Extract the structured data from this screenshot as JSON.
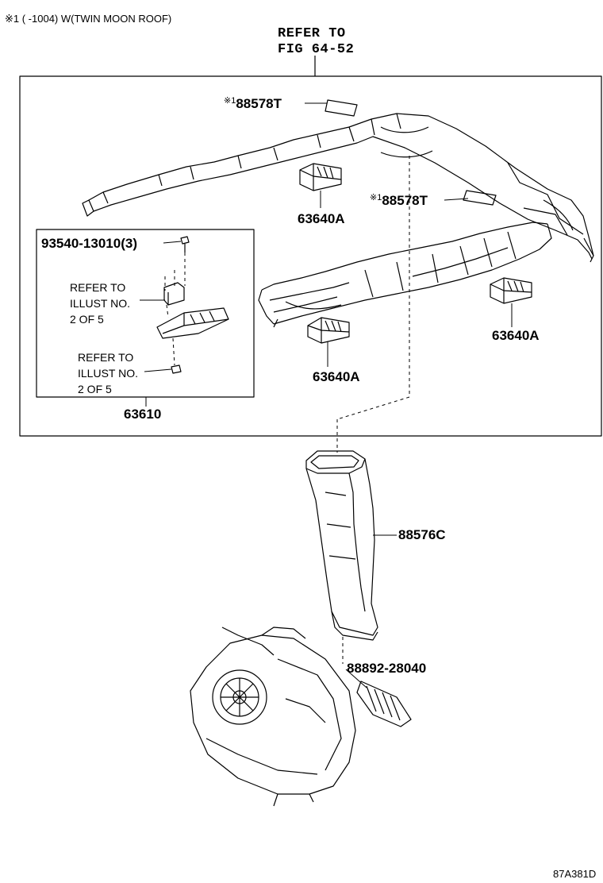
{
  "footnote": "※1 (    -1004) W(TWIN MOON ROOF)",
  "refer_fig": {
    "line1": "REFER TO",
    "line2": "FIG 64-52"
  },
  "parts": {
    "p88578T_a": {
      "mark": "※1",
      "number": "88578T"
    },
    "p88578T_b": {
      "mark": "※1",
      "number": "88578T"
    },
    "p63640A_a": "63640A",
    "p63640A_b": "63640A",
    "p63640A_c": "63640A",
    "p93540": "93540-13010(3)",
    "p63610": "63610",
    "p88576C": "88576C",
    "p88892": "88892-28040"
  },
  "refer_illust": {
    "a": {
      "line1": "REFER TO",
      "line2": "ILLUST NO.",
      "line3": "2 OF 5"
    },
    "b": {
      "line1": "REFER TO",
      "line2": "ILLUST NO.",
      "line3": "2 OF 5"
    }
  },
  "figure_code": "87A381D"
}
